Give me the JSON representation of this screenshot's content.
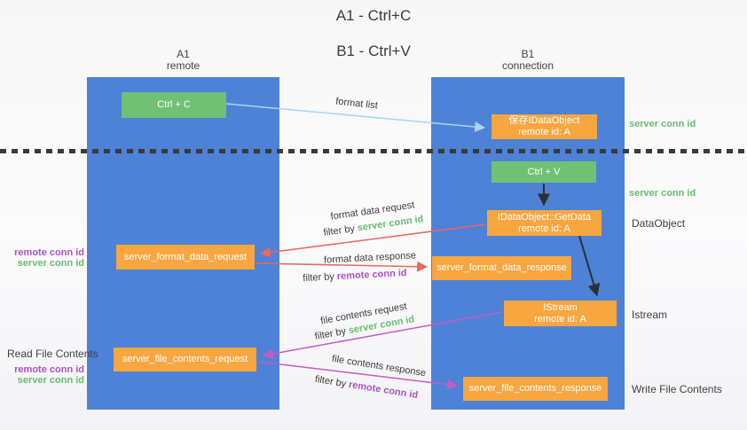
{
  "title": {
    "line1": "A1 - Ctrl+C",
    "line2": "B1 - Ctrl+V"
  },
  "columns": {
    "left": {
      "name": "A1",
      "subtitle": "remote"
    },
    "right": {
      "name": "B1",
      "subtitle": "connection"
    }
  },
  "nodes": {
    "ctrl_c": {
      "label": "Ctrl + C"
    },
    "save_dataobject": {
      "line1": "保存IDataObject",
      "line2": "remote id: A"
    },
    "ctrl_v": {
      "label": "Ctrl + V"
    },
    "getdata": {
      "line1": "IDataObject::GetData",
      "line2": "remote id: A"
    },
    "format_request": {
      "label": "server_format_data_request"
    },
    "format_response": {
      "label": "server_format_data_response"
    },
    "istream": {
      "line1": "IStream",
      "line2": "remote id: A"
    },
    "file_request": {
      "label": "server_file_contents_request"
    },
    "file_response": {
      "label": "server_file_contents_response"
    }
  },
  "annotations": {
    "server_conn_id_top": "server conn id",
    "server_conn_id_mid": "server conn id",
    "dataobject": "DataObject",
    "istream": "Istream",
    "write_file_contents": "Write File Contents",
    "read_file_contents": "Read File Contents",
    "left_top": {
      "remote": "remote conn id",
      "server": "server conn id"
    },
    "left_bottom": {
      "remote": "remote conn id",
      "server": "server conn id"
    }
  },
  "arrows": {
    "format_list": {
      "label": "format list"
    },
    "format_data_request": {
      "label": "format data request",
      "filter_prefix": "filter by ",
      "filter_value": "server conn id"
    },
    "format_data_response": {
      "label": "format data response",
      "filter_prefix": "filter by ",
      "filter_value": "remote conn id"
    },
    "file_contents_request": {
      "label": "file contents request",
      "filter_prefix": "filter by ",
      "filter_value": "server conn id"
    },
    "file_contents_response": {
      "label": "file contents response",
      "filter_prefix": "filter by ",
      "filter_value": "remote conn id"
    }
  },
  "colors": {
    "column_blue": "#4d82d6",
    "node_green": "#71c175",
    "node_orange": "#f7a640",
    "arrow_blue": "#a9d5ef",
    "arrow_red": "#e8695e",
    "arrow_magenta": "#c55bc4",
    "arrow_black": "#2f2f2f",
    "text_green": "#67bd6d",
    "text_purple": "#ab53c0",
    "text_dark": "#3b3b3b",
    "separator_dark": "#3a3a3a"
  }
}
